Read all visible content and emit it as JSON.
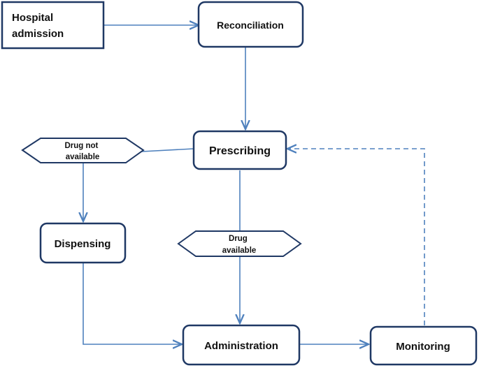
{
  "nodes": {
    "hospital_admission": {
      "line1": "Hospital",
      "line2": "admission"
    },
    "reconciliation": {
      "label": "Reconciliation"
    },
    "prescribing": {
      "label": "Prescribing"
    },
    "drug_not_available": {
      "line1": "Drug not",
      "line2": "available"
    },
    "dispensing": {
      "label": "Dispensing"
    },
    "drug_available": {
      "line1": "Drug",
      "line2": "available"
    },
    "administration": {
      "label": "Administration"
    },
    "monitoring": {
      "label": "Monitoring"
    }
  },
  "colors": {
    "border": "#1f3864",
    "line": "#4f81bd",
    "text": "#111111"
  }
}
